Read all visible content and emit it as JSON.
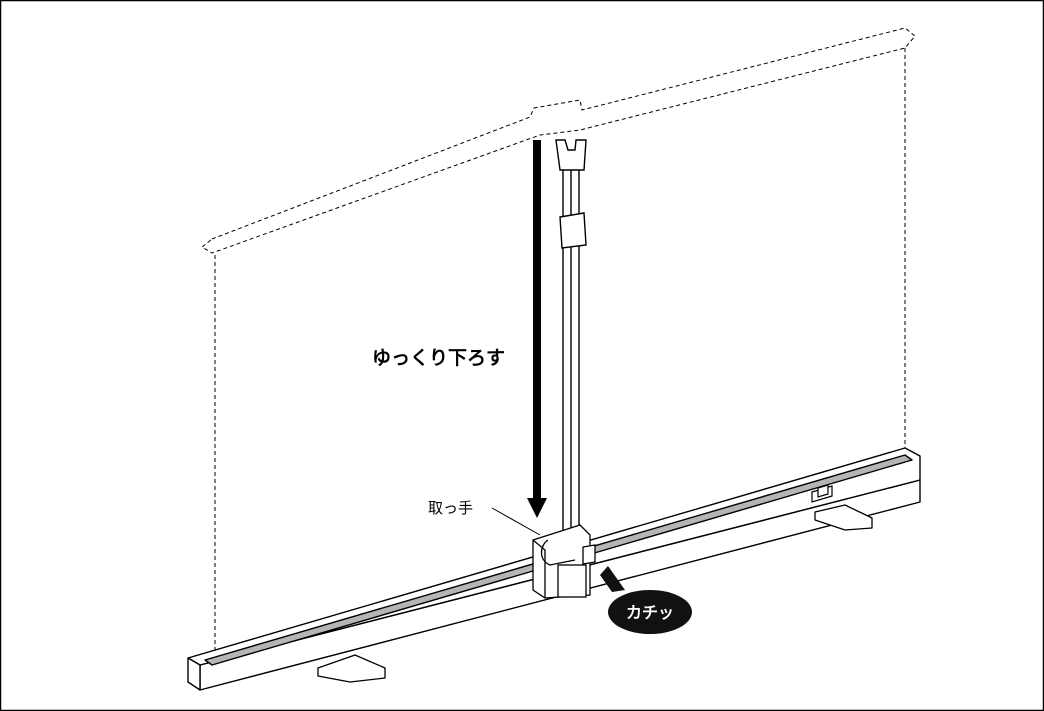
{
  "labels": {
    "instruction": "ゆっくり下ろす",
    "handle": "取っ手",
    "click_sound": "カチッ"
  },
  "colors": {
    "stroke": "#000000",
    "bar_fill": "#ffffff",
    "rail_fill": "#b5b5b5",
    "badge_fill": "#111111",
    "badge_text": "#ffffff"
  }
}
